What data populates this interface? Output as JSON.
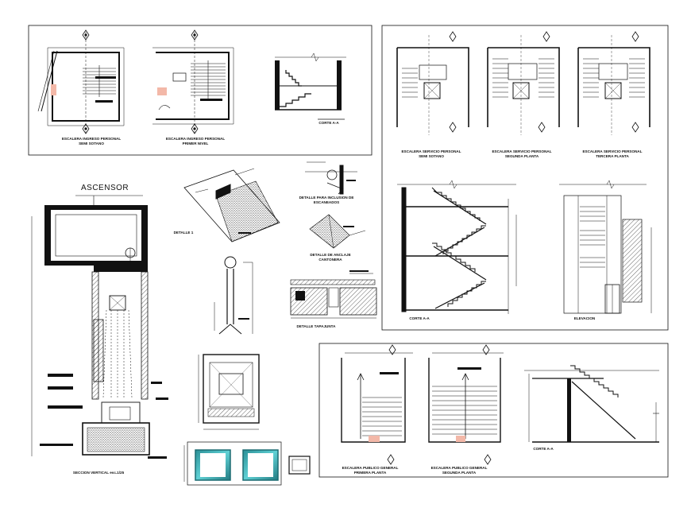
{
  "drawing": {
    "panel_ingreso": {
      "plan_1": "ESCALERA INGRESO PERSONAL",
      "plan_1_level": "SEMI SOTANO",
      "plan_2": "ESCALERA INGRESO PERSONAL",
      "plan_2_level": "PRIMER NIVEL",
      "section": "CORTE A-A"
    },
    "panel_servicio": {
      "plan_1": "ESCALERA SERVICIO PERSONAL",
      "plan_1_level": "SEMI SOTANO",
      "plan_2": "ESCALERA SERVICIO PERSONAL",
      "plan_2_level": "SEGUNDA PLANTA",
      "plan_3": "ESCALERA SERVICIO PERSONAL",
      "plan_3_level": "TERCERA PLANTA",
      "section": "CORTE A-A",
      "elevation": "ELEVACION"
    },
    "panel_publico": {
      "plan_1": "ESCALERA PUBLICO GENERAL",
      "plan_1_level": "PRIMERA PLANTA",
      "plan_2": "ESCALERA PUBLICO GENERAL",
      "plan_2_level": "SEGUNDA PLANTA",
      "section": "CORTE A-A"
    },
    "ascensor": {
      "title": "ASCENSOR",
      "section_label": "SECCION VERTICAL esc.1/25"
    },
    "details": {
      "detalle_1": "DETALLE 1",
      "detalle_inclusion": "DETALLE PARA INCLUSION DE ESCANEADOS",
      "detalle_anclaje": "DETALLE DE ANCLAJE CANTONERA",
      "detalle_tapajunta": "DETALLE TAPAJUNTA"
    },
    "colors": {
      "line": "#111111",
      "highlight": "#f3b8a8",
      "teal": "#39b3b8"
    }
  }
}
